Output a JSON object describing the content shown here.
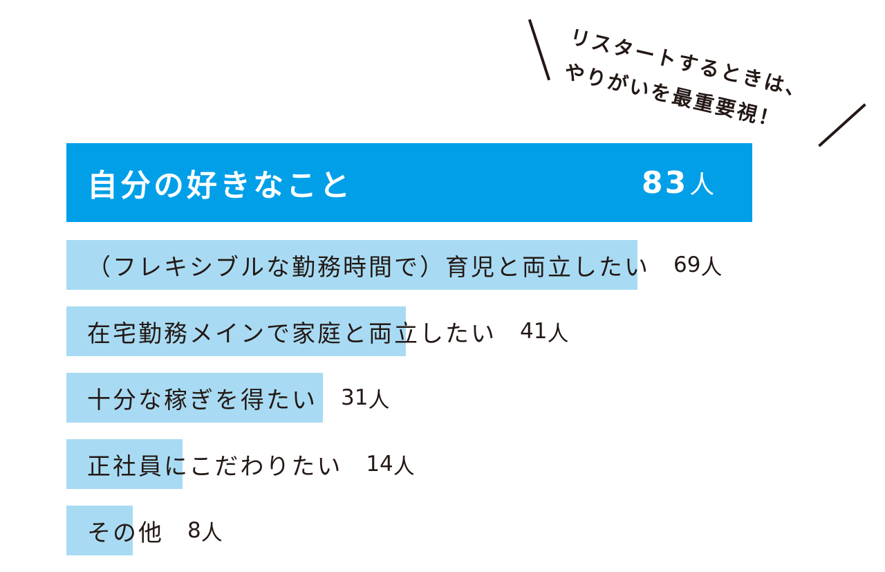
{
  "callout": {
    "line1": "リスタートするときは、",
    "line2": "やりがいを最重要視！"
  },
  "colors": {
    "top_bar": "#009fe8",
    "bar": "#a8dbf3",
    "text": "#231815"
  },
  "chart_data": {
    "type": "bar",
    "orientation": "horizontal",
    "unit": "人",
    "categories": [
      "自分の好きなこと",
      "（フレキシブルな勤務時間で）育児と両立したい",
      "在宅勤務メインで家庭と両立したい",
      "十分な稼ぎを得たい",
      "正社員にこだわりたい",
      "その他"
    ],
    "values": [
      83,
      69,
      41,
      31,
      14,
      8
    ],
    "value_labels": [
      "83",
      "69",
      "41",
      "31",
      "14",
      "8"
    ],
    "xlim": [
      0,
      83
    ]
  }
}
